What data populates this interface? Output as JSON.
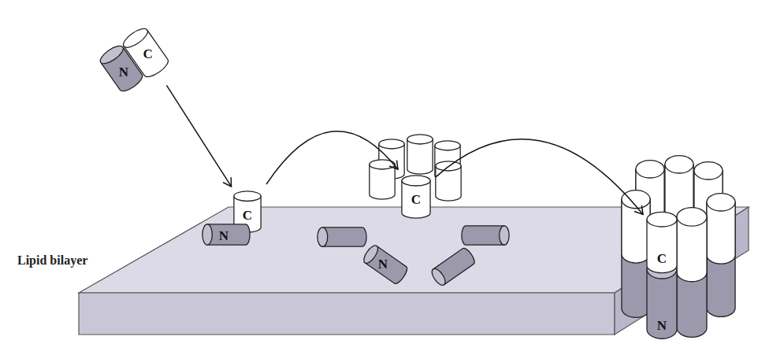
{
  "diagram": {
    "nodes": [
      {
        "text": [
          "N"
        ]
      },
      {
        "text": [
          "C"
        ]
      },
      {
        "text": [
          "N"
        ]
      },
      {
        "text": [
          "C"
        ]
      },
      {
        "text": [
          "C"
        ]
      },
      {
        "text": [
          "N"
        ]
      },
      {
        "text": [
          "C"
        ]
      },
      {
        "text": [
          "N"
        ]
      }
    ],
    "edges": [
      {
        "from": 1,
        "to": 3,
        "arrow": "to"
      },
      {
        "from": 3,
        "to": 4,
        "arrow": "to"
      },
      {
        "from": 4,
        "to": 6,
        "arrow": "to"
      }
    ],
    "labels": [
      "Lipid bilayer"
    ]
  }
}
